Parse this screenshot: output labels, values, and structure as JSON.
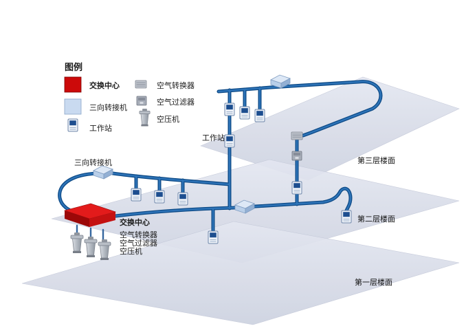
{
  "legend": {
    "title": "图例",
    "items": [
      {
        "id": "exchange-center",
        "label": "交换中心"
      },
      {
        "id": "three-way-adapter",
        "label": "三向转接机"
      },
      {
        "id": "workstation",
        "label": "工作站"
      },
      {
        "id": "air-converter",
        "label": "空气转换器"
      },
      {
        "id": "air-filter",
        "label": "空气过滤器"
      },
      {
        "id": "air-compressor",
        "label": "空压机"
      }
    ]
  },
  "diagram": {
    "labels": {
      "three_way_adapter": "三向转接机",
      "workstation": "工作站",
      "exchange_center": "交换中心",
      "air_converter": "空气转换器",
      "air_filter": "空气过滤器",
      "air_compressor": "空压机",
      "floor3": "第三层楼面",
      "floor2": "第二层楼面",
      "floor1": "第一层楼面"
    }
  },
  "colors": {
    "pipe": "#15599f",
    "exchange_center_red": "#d01616",
    "adapter_blue": "#c6d7ee",
    "floor_gray": "#d7dbe8"
  }
}
